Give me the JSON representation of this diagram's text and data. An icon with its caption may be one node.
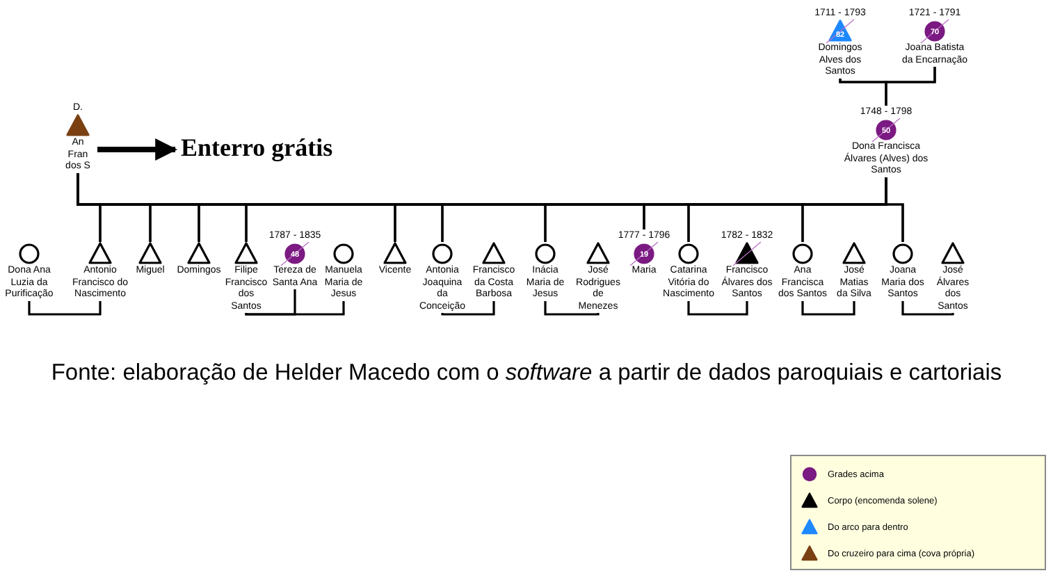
{
  "diagram": {
    "caption": "Fonte: elaboração de Helder Macedo com o *software* a partir de dados paroquiais e cartoriais",
    "nodes": [
      {
        "text": [
          "82",
          "Domingos Alves dos Santos"
        ],
        "beside": [
          "1711 - 1793"
        ]
      },
      {
        "text": [
          "70",
          "Joana Batista da Encarnação"
        ],
        "beside": [
          "1721 - 1791"
        ]
      },
      {
        "text": [
          "An Fran dos S"
        ],
        "beside": [
          "D."
        ]
      },
      {
        "text": [
          "Enterro grátis"
        ]
      },
      {
        "text": [
          "50",
          "Dona Francisca Álvares (Alves) dos Santos"
        ],
        "beside": [
          "1748 - 1798"
        ]
      },
      {
        "text": [
          "Dona Ana Luzia da Purificação"
        ]
      },
      {
        "text": [
          "Antonio Francisco do Nascimento"
        ]
      },
      {
        "text": [
          "Miguel"
        ]
      },
      {
        "text": [
          "Domingos"
        ]
      },
      {
        "text": [
          "Filipe Francisco dos Santos"
        ]
      },
      {
        "text": [
          "48",
          "Tereza de Santa Ana"
        ],
        "beside": [
          "1787 - 1835"
        ]
      },
      {
        "text": [
          "Manuela Maria de Jesus"
        ]
      },
      {
        "text": [
          "Vicente"
        ]
      },
      {
        "text": [
          "Antonia Joaquina da Conceição"
        ]
      },
      {
        "text": [
          "Francisco da Costa Barbosa"
        ]
      },
      {
        "text": [
          "Inácia Maria de Jesus"
        ]
      },
      {
        "text": [
          "José Rodrigues de Menezes"
        ]
      },
      {
        "text": [
          "19",
          "Maria"
        ],
        "beside": [
          "1777 - 1796"
        ]
      },
      {
        "text": [
          "Catarina Vitória do Nascimento"
        ]
      },
      {
        "text": [
          "Francisco Álvares dos Santos"
        ],
        "beside": [
          "1782 - 1832"
        ]
      },
      {
        "text": [
          "Ana Francisca dos Santos"
        ]
      },
      {
        "text": [
          "José Matias da Silva"
        ]
      },
      {
        "text": [
          "Joana Maria dos Santos"
        ]
      },
      {
        "text": [
          "José Álvares dos Santos"
        ]
      }
    ],
    "edges": [
      {
        "from": 0,
        "to": 1,
        "arrow": "none"
      },
      {
        "from": 0,
        "to": 4,
        "arrow": "none"
      },
      {
        "from": 1,
        "to": 4,
        "arrow": "none"
      },
      {
        "from": 2,
        "to": 3,
        "arrow": "to",
        "style": "thick"
      },
      {
        "from": 2,
        "to": 4,
        "arrow": "none"
      },
      {
        "from": 2,
        "to": 6,
        "arrow": "none"
      },
      {
        "from": 4,
        "to": 6,
        "arrow": "none"
      },
      {
        "from": 2,
        "to": 7,
        "arrow": "none"
      },
      {
        "from": 4,
        "to": 7,
        "arrow": "none"
      },
      {
        "from": 2,
        "to": 8,
        "arrow": "none"
      },
      {
        "from": 4,
        "to": 8,
        "arrow": "none"
      },
      {
        "from": 2,
        "to": 9,
        "arrow": "none"
      },
      {
        "from": 4,
        "to": 9,
        "arrow": "none"
      },
      {
        "from": 2,
        "to": 12,
        "arrow": "none"
      },
      {
        "from": 4,
        "to": 12,
        "arrow": "none"
      },
      {
        "from": 2,
        "to": 13,
        "arrow": "none"
      },
      {
        "from": 4,
        "to": 13,
        "arrow": "none"
      },
      {
        "from": 2,
        "to": 15,
        "arrow": "none"
      },
      {
        "from": 4,
        "to": 15,
        "arrow": "none"
      },
      {
        "from": 2,
        "to": 17,
        "arrow": "none"
      },
      {
        "from": 4,
        "to": 17,
        "arrow": "none"
      },
      {
        "from": 2,
        "to": 18,
        "arrow": "none"
      },
      {
        "from": 4,
        "to": 18,
        "arrow": "none"
      },
      {
        "from": 2,
        "to": 20,
        "arrow": "none"
      },
      {
        "from": 4,
        "to": 20,
        "arrow": "none"
      },
      {
        "from": 2,
        "to": 22,
        "arrow": "none"
      },
      {
        "from": 4,
        "to": 22,
        "arrow": "none"
      },
      {
        "from": 5,
        "to": 6,
        "arrow": "none"
      },
      {
        "from": 9,
        "to": 10,
        "arrow": "none"
      },
      {
        "from": 9,
        "to": 11,
        "arrow": "none"
      },
      {
        "from": 13,
        "to": 14,
        "arrow": "none"
      },
      {
        "from": 15,
        "to": 16,
        "arrow": "none"
      },
      {
        "from": 18,
        "to": 19,
        "arrow": "none"
      },
      {
        "from": 20,
        "to": 21,
        "arrow": "none"
      },
      {
        "from": 22,
        "to": 23,
        "arrow": "none"
      }
    ],
    "legend": [
      {
        "text": "Grades acima",
        "color": "#7b1a82"
      },
      {
        "text": "Corpo (encomenda solene)",
        "color": "#000000"
      },
      {
        "text": "Do arco para dentro",
        "color": "#1e88ff"
      },
      {
        "text": "Do cruzeiro para cima (cova própria)",
        "color": "#7a4012"
      }
    ]
  }
}
